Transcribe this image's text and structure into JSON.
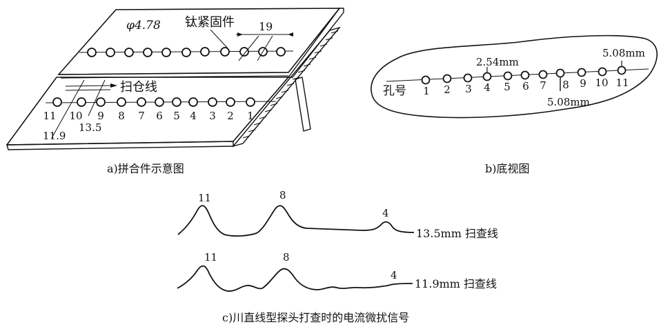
{
  "panel_a": {
    "phi": "φ4.78",
    "fastener": "钛紧固件",
    "spacing": "19",
    "scan_label": "扫仓线",
    "d_119": "11.9",
    "d_135": "13.5",
    "holes": [
      "11",
      "10",
      "9",
      "8",
      "7",
      "6",
      "5",
      "4",
      "3",
      "2",
      "1"
    ],
    "caption": "a)拼合件示意图"
  },
  "panel_b": {
    "hole_label": "孔号",
    "holes": [
      "1",
      "2",
      "3",
      "4",
      "5",
      "6",
      "7",
      "8",
      "9",
      "10",
      "11"
    ],
    "dim_254": "2.54mm",
    "dim_508_top": "5.08mm",
    "dim_508_bottom": "5.08mm",
    "caption": "b)底视图"
  },
  "panel_c": {
    "peak_11_top": "11",
    "peak_8_top": "8",
    "peak_4_top": "4",
    "line_top": "13.5mm 扫查线",
    "peak_11_bottom": "11",
    "peak_8_bottom": "8",
    "peak_4_bottom": "4",
    "line_bottom": "11.9mm 扫查线",
    "caption": "c)川直线型探头打查时的电流微扰信号"
  }
}
